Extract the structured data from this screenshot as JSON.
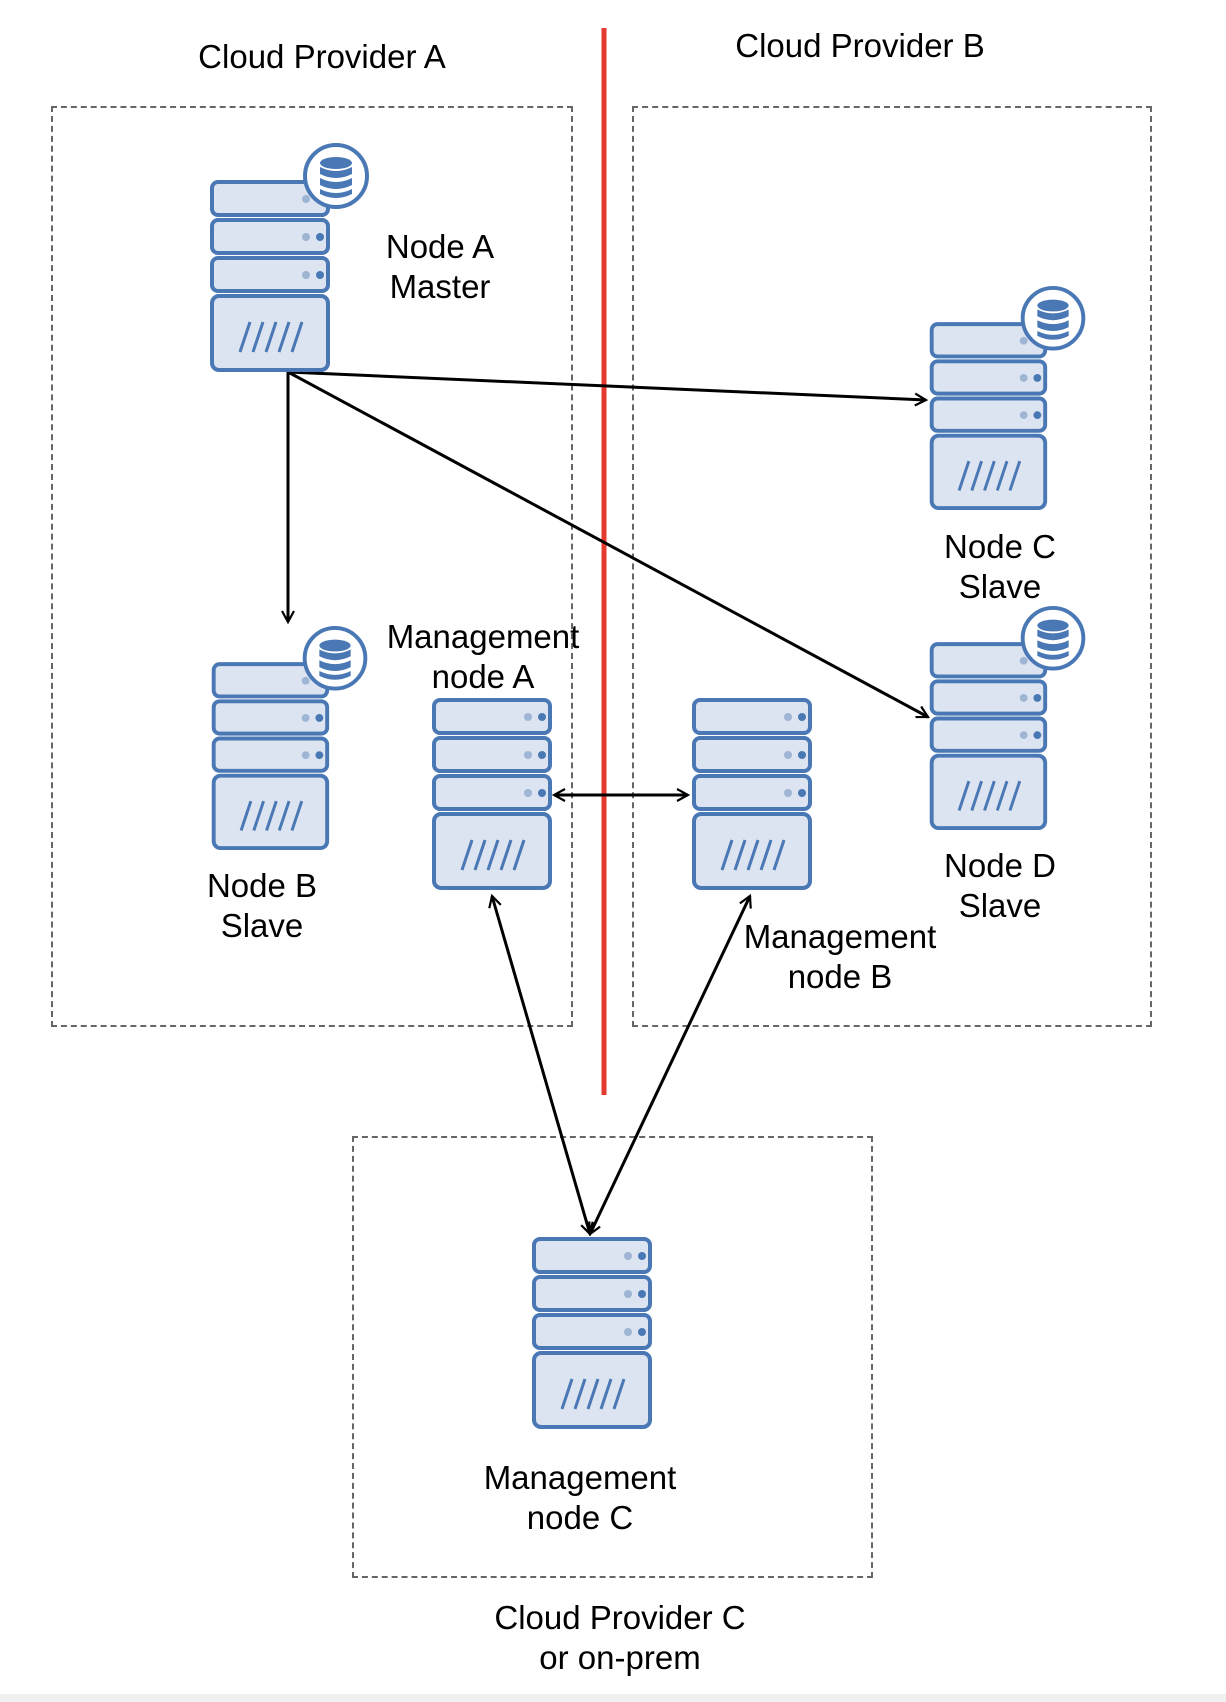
{
  "zones": {
    "provider_a": "Cloud Provider A",
    "provider_b": "Cloud Provider B",
    "provider_c_line1": "Cloud Provider C",
    "provider_c_line2": "or on-prem"
  },
  "nodes": {
    "node_a": {
      "name": "Node A",
      "role": "Master",
      "has_database": true
    },
    "node_b": {
      "name": "Node B",
      "role": "Slave",
      "has_database": true
    },
    "node_c": {
      "name": "Node C",
      "role": "Slave",
      "has_database": true
    },
    "node_d": {
      "name": "Node D",
      "role": "Slave",
      "has_database": true
    },
    "mgmt_a": {
      "line1": "Management",
      "line2": "node A",
      "has_database": false
    },
    "mgmt_b": {
      "line1": "Management",
      "line2": "node B",
      "has_database": false
    },
    "mgmt_c": {
      "line1": "Management",
      "line2": "node C",
      "has_database": false
    }
  },
  "connections": [
    {
      "from": "Node A",
      "to": "Node B",
      "direction": "one-way"
    },
    {
      "from": "Node A",
      "to": "Node C",
      "direction": "one-way"
    },
    {
      "from": "Node A",
      "to": "Node D",
      "direction": "one-way"
    },
    {
      "from": "Management node A",
      "to": "Management node B",
      "direction": "two-way"
    },
    {
      "from": "Management node A",
      "to": "Management node C",
      "direction": "two-way"
    },
    {
      "from": "Management node B",
      "to": "Management node C",
      "direction": "two-way"
    }
  ],
  "colors": {
    "server_fill": "#dbe4f0",
    "server_stroke": "#4a78b5",
    "divider": "#e53a2f",
    "arrow": "#000000",
    "zone_border": "#666666"
  }
}
